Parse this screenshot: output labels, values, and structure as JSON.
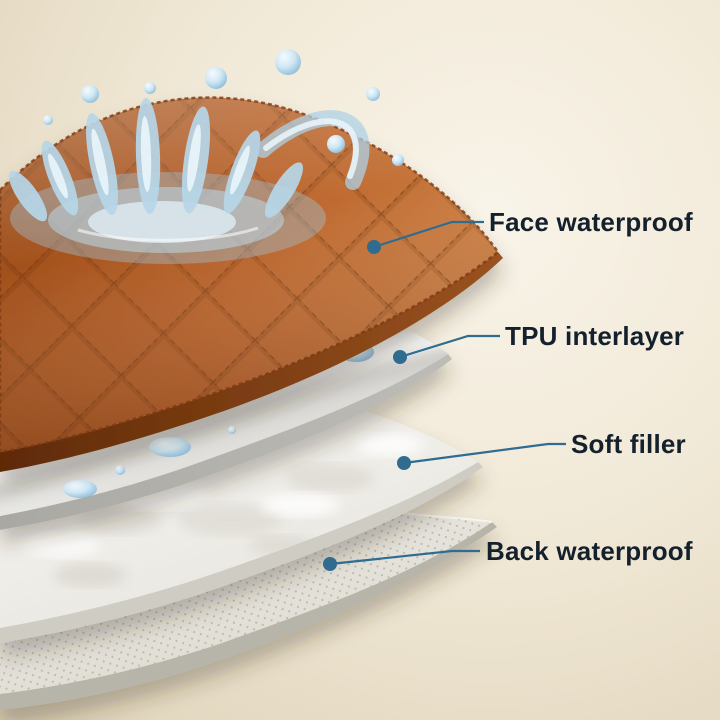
{
  "diagram": {
    "type": "layered-product-cutaway",
    "labels": [
      {
        "id": "face-waterproof",
        "text": "Face waterproof"
      },
      {
        "id": "tpu-interlayer",
        "text": "TPU interlayer"
      },
      {
        "id": "soft-filler",
        "text": "Soft filler"
      },
      {
        "id": "back-waterproof",
        "text": "Back waterproof"
      }
    ]
  },
  "colors": {
    "background": "#efe7d6",
    "face_layer": "#b4602a",
    "face_layer_edge": "#7e3a10",
    "tpu_layer": "#e9e8e5",
    "soft_filler_layer": "#f5f4f0",
    "back_layer": "#e9e7e0",
    "leader_line": "#2f6c90",
    "callout_dot": "#2f6c90",
    "label_text": "#14212d",
    "water": "#a9cde2"
  }
}
